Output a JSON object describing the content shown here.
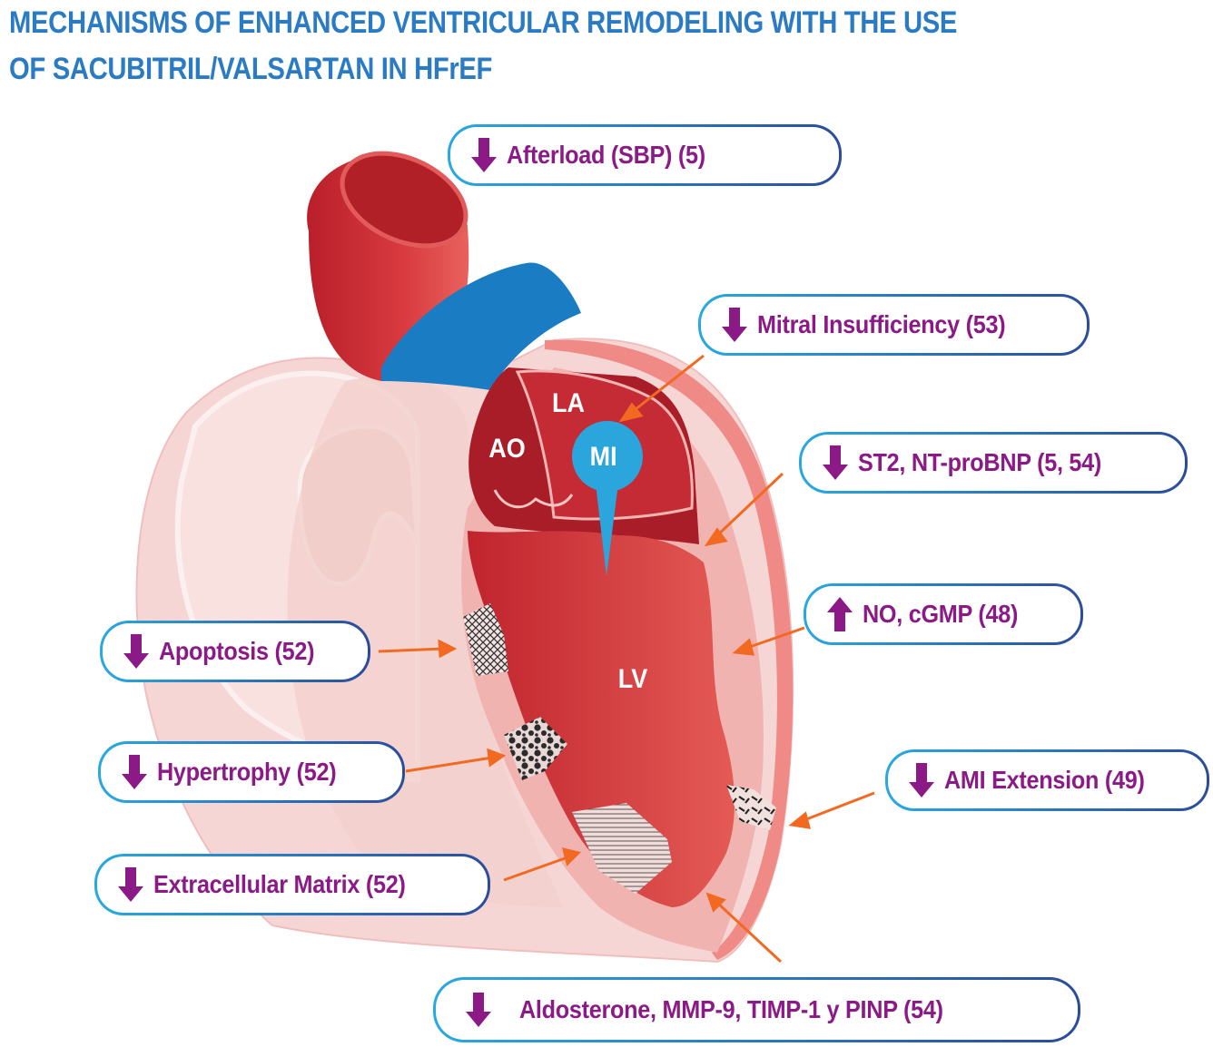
{
  "title": {
    "line1": "MECHANISMS OF ENHANCED VENTRICULAR REMODELING WITH THE USE",
    "line2": "OF SACUBITRIL/VALSARTAN IN HFrEF"
  },
  "chambers": {
    "ao": "AO",
    "la": "LA",
    "mi": "MI",
    "lv": "LV"
  },
  "labels": {
    "afterload": {
      "direction": "down",
      "text": "Afterload (SBP) (5)"
    },
    "mitral": {
      "direction": "down",
      "text": "Mitral Insufficiency (53)"
    },
    "st2": {
      "direction": "down",
      "text": "ST2, NT-proBNP (5, 54)"
    },
    "no": {
      "direction": "up",
      "text": "NO, cGMP (48)"
    },
    "apoptosis": {
      "direction": "down",
      "text": "Apoptosis (52)"
    },
    "hypertrophy": {
      "direction": "down",
      "text": "Hypertrophy (52)"
    },
    "ami": {
      "direction": "down",
      "text": "AMI Extension (49)"
    },
    "ecm": {
      "direction": "down",
      "text": "Extracellular Matrix (52)"
    },
    "aldosterone": {
      "direction": "down",
      "text": "Aldosterone, MMP-9, TIMP-1 y PINP (54)"
    }
  },
  "colors": {
    "title": "#2a7bc4",
    "label_text": "#8b1a86",
    "pill_border_start": "#29a9e1",
    "pill_border_end": "#2b4c9b",
    "pointer_arrow": "#f26a21",
    "aorta": "#c8262f",
    "pulmonary": "#1a7cc2",
    "mi_marker": "#2aa6dc"
  }
}
